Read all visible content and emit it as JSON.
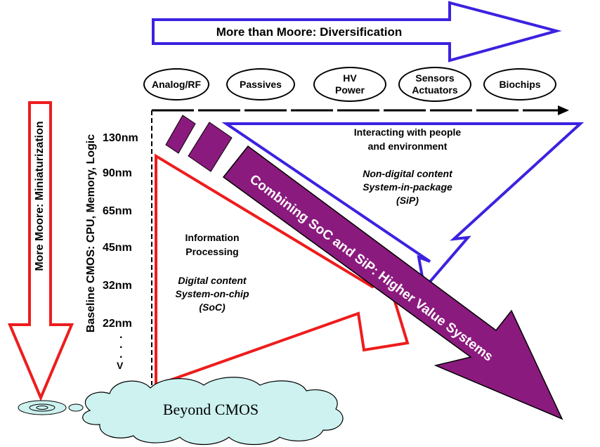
{
  "header": {
    "arrow_label": "More than Moore:  Diversification"
  },
  "categories": [
    {
      "label": "Analog/RF"
    },
    {
      "label": "Passives"
    },
    {
      "label": "HV\nPower"
    },
    {
      "label": "Sensors\nActuators"
    },
    {
      "label": "Biochips"
    }
  ],
  "left_arrow": {
    "label": "More Moore:  Miniaturization"
  },
  "axis": {
    "label": "Baseline CMOS:  CPU, Memory, Logic",
    "nodes": [
      "130nm",
      "90nm",
      "65nm",
      "45nm",
      "32nm",
      "22nm"
    ],
    "ellipsis": ".",
    "end": "V"
  },
  "interacting": {
    "title": "Interacting with people\nand environment",
    "content": "Non-digital content\nSystem-in-package\n(SiP)"
  },
  "information": {
    "title": "Information\nProcessing",
    "content": "Digital content\nSystem-on-chip\n(SoC)"
  },
  "combining": {
    "label": "Combining SoC and SiP:  Higher Value Systems"
  },
  "cloud": {
    "label": "Beyond CMOS"
  },
  "colors": {
    "blue": "#3b22e0",
    "red": "#ee1c1c",
    "purple": "#8b1a7e",
    "cloud": "#cdf2f0"
  }
}
